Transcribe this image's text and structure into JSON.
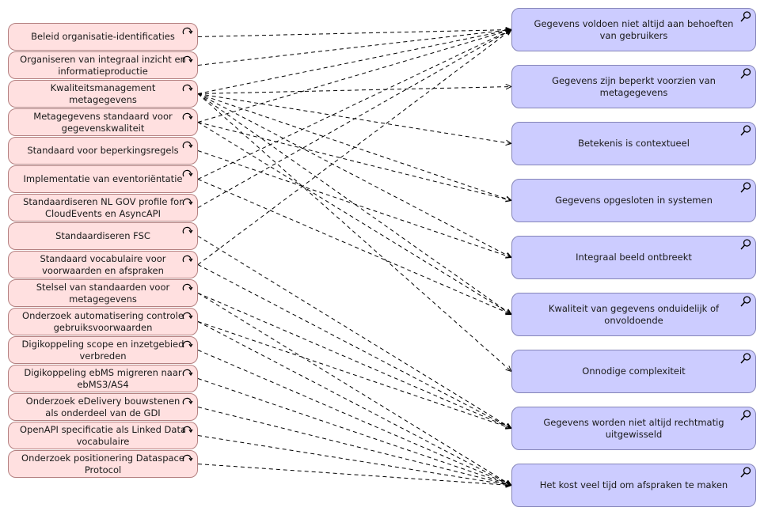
{
  "requirements": [
    {
      "label": "Beleid organisatie-identificaties",
      "icon": "requirement-icon"
    },
    {
      "label": "Organiseren van integraal inzicht en informatieproductie",
      "icon": "requirement-icon"
    },
    {
      "label": "Kwaliteitsmanagement metagegevens",
      "icon": "requirement-icon"
    },
    {
      "label": "Metagegevens standaard voor gegevenskwaliteit",
      "icon": "requirement-icon"
    },
    {
      "label": "Standaard voor beperkingsregels",
      "icon": "requirement-icon"
    },
    {
      "label": "Implementatie van eventoriëntatie",
      "icon": "requirement-icon"
    },
    {
      "label": "Standaardiseren NL GOV profile for CloudEvents en AsyncAPI",
      "icon": "requirement-icon"
    },
    {
      "label": "Standaardiseren FSC",
      "icon": "requirement-icon"
    },
    {
      "label": "Standaard vocabulaire voor voorwaarden en afspraken",
      "icon": "requirement-icon"
    },
    {
      "label": "Stelsel van standaarden voor metagegevens",
      "icon": "requirement-icon"
    },
    {
      "label": "Onderzoek automatisering controle gebruiksvoorwaarden",
      "icon": "requirement-icon"
    },
    {
      "label": "Digikoppeling scope en inzetgebied verbreden",
      "icon": "requirement-icon"
    },
    {
      "label": "Digikoppeling ebMS migreren naar ebMS3/AS4",
      "icon": "requirement-icon"
    },
    {
      "label": "Onderzoek eDelivery bouwstenen als onderdeel van de GDI",
      "icon": "requirement-icon"
    },
    {
      "label": "OpenAPI specificatie als Linked Data vocabulaire",
      "icon": "requirement-icon"
    },
    {
      "label": "Onderzoek positionering Dataspace Protocol",
      "icon": "requirement-icon"
    }
  ],
  "assessments": [
    {
      "label": "Gegevens voldoen niet altijd aan behoeften van gebruikers",
      "icon": "assessment-icon"
    },
    {
      "label": "Gegevens zijn beperkt voorzien van metagegevens",
      "icon": "assessment-icon"
    },
    {
      "label": "Betekenis is contextueel",
      "icon": "assessment-icon"
    },
    {
      "label": "Gegevens opgesloten in systemen",
      "icon": "assessment-icon"
    },
    {
      "label": "Integraal beeld ontbreekt",
      "icon": "assessment-icon"
    },
    {
      "label": "Kwaliteit van gegevens onduidelijk of onvoldoende",
      "icon": "assessment-icon"
    },
    {
      "label": "Onnodige complexiteit",
      "icon": "assessment-icon"
    },
    {
      "label": "Gegevens worden niet altijd rechtmatig uitgewisseld",
      "icon": "assessment-icon"
    },
    {
      "label": "Het kost veel tijd om afspraken te maken",
      "icon": "assessment-icon"
    }
  ],
  "relations": [
    [
      0,
      0
    ],
    [
      1,
      0
    ],
    [
      2,
      0
    ],
    [
      3,
      0
    ],
    [
      5,
      0
    ],
    [
      6,
      0
    ],
    [
      8,
      0
    ],
    [
      2,
      1
    ],
    [
      2,
      2
    ],
    [
      3,
      3
    ],
    [
      2,
      3
    ],
    [
      2,
      4
    ],
    [
      4,
      4
    ],
    [
      2,
      5
    ],
    [
      3,
      5
    ],
    [
      5,
      5
    ],
    [
      2,
      6
    ],
    [
      7,
      7
    ],
    [
      8,
      7
    ],
    [
      9,
      7
    ],
    [
      10,
      7
    ],
    [
      9,
      8
    ],
    [
      10,
      8
    ],
    [
      11,
      8
    ],
    [
      12,
      8
    ],
    [
      13,
      8
    ],
    [
      14,
      8
    ],
    [
      15,
      8
    ]
  ]
}
